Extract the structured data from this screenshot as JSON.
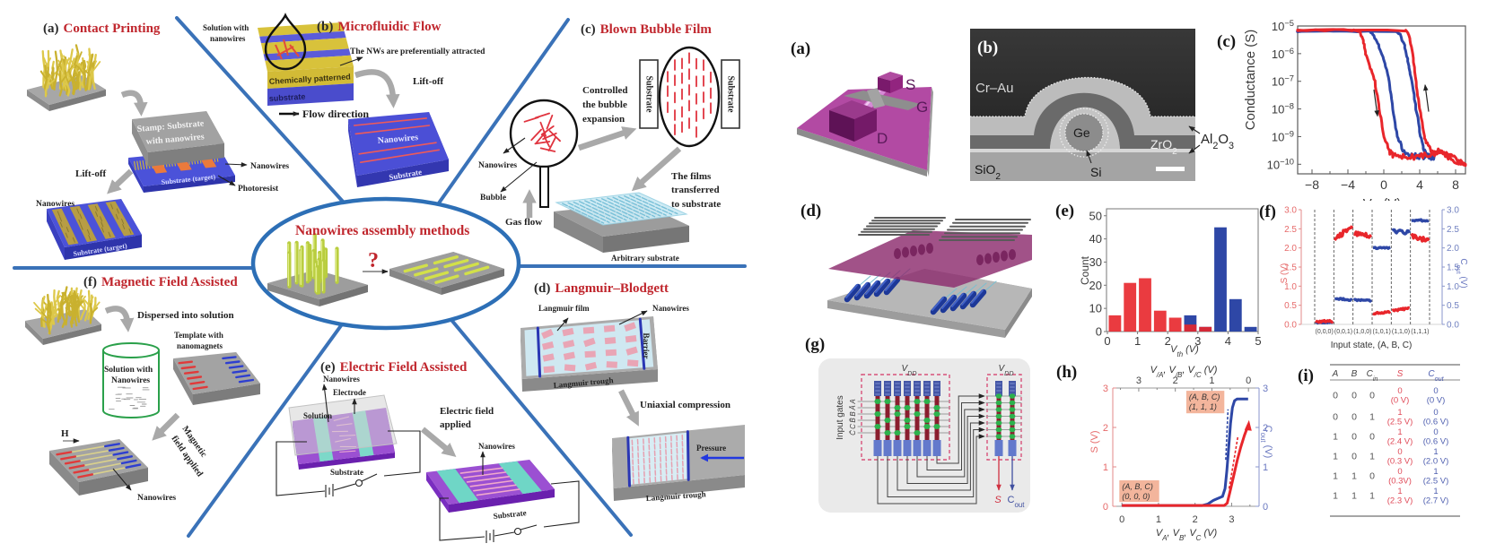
{
  "colors": {
    "title_red": "#c0262d",
    "divider_blue": "#3a72b8",
    "series_red": "#e8262b",
    "series_blue": "#2e47a6"
  },
  "left_figure": {
    "center": {
      "title": "Nanowires assembly methods",
      "question": "?"
    },
    "a": {
      "tag": "(a)",
      "title": "Contact Printing",
      "stamp_line1": "Stamp: Substrate",
      "stamp_line2": "with nanowires",
      "nanowires": "Nanowires",
      "photoresist": "Photoresist",
      "substrate_target": "Substrate (target)",
      "lift_off": "Lift-off",
      "result_nanowires": "Nanowires",
      "result_substrate": "Substrate (target)"
    },
    "b": {
      "tag": "(b)",
      "title": "Microfluidic Flow",
      "solution_line1": "Solution with",
      "solution_line2": "nanowires",
      "attracted": "The NWs are preferentially attracted",
      "patterned": "Chemically patterned",
      "substrate_layer": "substrate",
      "flow_direction": "Flow direction",
      "lift_off": "Lift-off",
      "nanowires": "Nanowires",
      "substrate": "Substrate"
    },
    "c": {
      "tag": "(c)",
      "title": "Blown Bubble Film",
      "controlled_lines": [
        "Controlled",
        "the bubble",
        "expansion"
      ],
      "substrate_left": "Substrate",
      "substrate_right": "Substrate",
      "nanowires": "Nanowires",
      "bubble": "Bubble",
      "gas_flow": "Gas flow",
      "transferred_lines": [
        "The films",
        "transferred",
        "to substrate"
      ],
      "arbitrary_substrate": "Arbitrary substrate"
    },
    "d": {
      "tag": "(d)",
      "title": "Langmuir–Blodgett",
      "langmuir_film": "Langmuir film",
      "nanowires": "Nanowires",
      "barrier": "Barrier",
      "trough_top": "Langmuir trough",
      "compression": "Uniaxial compression",
      "pressure": "Pressure",
      "trough_bottom": "Langmuir trough"
    },
    "e": {
      "tag": "(e)",
      "title": "Electric Field Assisted",
      "nanowires_left": "Nanowires",
      "electrode": "Electrode",
      "solution": "Solution",
      "substrate_left": "Substrate",
      "field_lines": [
        "Electric field",
        "applied"
      ],
      "nanowires_right": "Nanowires",
      "substrate_right": "Substrate"
    },
    "f": {
      "tag": "(f)",
      "title": "Magnetic Field Assisted",
      "dispersed": "Dispersed into solution",
      "template_lines": [
        "Template with",
        "nanomagnets"
      ],
      "solution_lines": [
        "Solution with",
        "Nanowires"
      ],
      "field_symbol": "H",
      "field_lines": [
        "Magnetic",
        "field applied"
      ],
      "nanowires": "Nanowires"
    }
  },
  "right_figure": {
    "a": {
      "tag": "(a)",
      "source": "S",
      "gate": "G",
      "drain": "D"
    },
    "b": {
      "tag": "(b)",
      "cr_au": "Cr–Au",
      "ge": "Ge",
      "zro2": "ZrO_{2}",
      "sio2": "SiO_{2}",
      "si": "Si",
      "al2o3": "Al_{2}O_{3}"
    },
    "c": {
      "tag": "(c)"
    },
    "d": {
      "tag": "(d)"
    },
    "e": {
      "tag": "(e)"
    },
    "f": {
      "tag": "(f)"
    },
    "g": {
      "tag": "(g)",
      "vdd_left": "V_{DD}",
      "vdd_right": "V_{DD}",
      "input_gates": "Input gates",
      "gate_labels": [
        "A",
        "Ā",
        "B",
        "B̄",
        "C",
        "C̄"
      ],
      "output_s": "S",
      "output_cout": "C_{out}"
    },
    "h": {
      "tag": "(h)"
    },
    "i": {
      "tag": "(i)"
    }
  },
  "chart_data": [
    {
      "panel": "c",
      "type": "line",
      "title": "",
      "xlabel": "V_{G} (V)",
      "ylabel": "Conductance (S)",
      "yscale": "log",
      "xlim": [
        -9.6,
        9.1
      ],
      "ylim": [
        4.5e-11,
        1e-05
      ],
      "xticks": [
        -8,
        -4,
        0,
        4,
        8
      ],
      "xtick_labels": [
        "−8",
        "−4",
        "0",
        "4",
        "8"
      ],
      "yticks": [
        1e-05,
        1e-06,
        1e-07,
        1e-08,
        1e-09,
        1e-10
      ],
      "ytick_labels": [
        "10^{−5}",
        "10^{−6}",
        "10^{−7}",
        "10^{−8}",
        "10^{−9}",
        "10^{−10}"
      ],
      "grid": false,
      "series": [
        {
          "name": "blue sweep 1",
          "color": "#2e47a6",
          "x": [
            -9.6,
            -1.6,
            -1.2,
            -0.6,
            0,
            0.6,
            1.0,
            1.5,
            2.0,
            2.8,
            3.5,
            4.2,
            5.0
          ],
          "y": [
            6.5e-06,
            6.5e-06,
            5e-06,
            2e-06,
            6e-07,
            1e-07,
            1e-08,
            1e-09,
            4e-10,
            2e-10,
            2e-10,
            1.9e-10,
            2e-10
          ]
        },
        {
          "name": "blue sweep 2",
          "color": "#2e47a6",
          "x": [
            -9.6,
            1.4,
            1.8,
            2.3,
            2.7,
            3.1,
            3.6,
            4.1,
            4.6,
            5.1,
            5.6
          ],
          "y": [
            6.5e-06,
            6.5e-06,
            5e-06,
            2e-06,
            5e-07,
            1e-07,
            1e-08,
            1e-09,
            3e-10,
            1.8e-10,
            1.8e-10
          ]
        },
        {
          "name": "red sweep 1 (down)",
          "color": "#e8262b",
          "x": [
            -9.6,
            -3.5,
            -2.7,
            -2.3,
            -2.0,
            -1.5,
            -1.0,
            -0.5,
            0.0,
            0.6,
            1.1,
            2,
            3,
            4,
            5,
            6,
            7,
            8,
            9.1
          ],
          "y": [
            7e-06,
            7e-06,
            6.5e-06,
            3e-06,
            1e-06,
            3e-07,
            1e-07,
            1e-08,
            1e-09,
            3e-10,
            2e-10,
            1.9e-10,
            1.8e-10,
            2e-10,
            2.2e-10,
            2.6e-10,
            2e-10,
            1.3e-10,
            1e-10
          ]
        },
        {
          "name": "red sweep 2 (up)",
          "color": "#e8262b",
          "x": [
            -9.6,
            2.4,
            2.8,
            3.2,
            3.6,
            4.0,
            4.5,
            5.0,
            5.5,
            6.2,
            7.0,
            8.0,
            9.1
          ],
          "y": [
            7e-06,
            7e-06,
            5e-06,
            1e-06,
            1e-07,
            1e-08,
            1e-09,
            4e-10,
            2.5e-10,
            3e-10,
            2.2e-10,
            1.5e-10,
            9e-11
          ]
        }
      ],
      "annotations": [
        {
          "type": "arrow",
          "direction": "down",
          "from": [
            -1.1,
            5e-08
          ],
          "to": [
            -0.7,
            5.5e-09
          ]
        },
        {
          "type": "arrow",
          "direction": "up",
          "from": [
            5.0,
            8e-09
          ],
          "to": [
            4.6,
            7.4e-08
          ]
        }
      ]
    },
    {
      "panel": "e",
      "type": "bar",
      "title": "",
      "xlabel": "V_{th} (V)",
      "ylabel": "Count",
      "xlim": [
        0,
        5
      ],
      "ylim": [
        0,
        53
      ],
      "xticks": [
        0,
        1,
        2,
        3,
        4,
        5
      ],
      "yticks": [
        0,
        10,
        20,
        30,
        40,
        50
      ],
      "bin_edges": [
        0,
        0.5,
        1,
        1.5,
        2,
        2.5,
        3,
        3.5,
        4,
        4.5,
        5
      ],
      "series": [
        {
          "name": "blue",
          "color": "#2e47a6",
          "values": [
            0,
            0,
            0,
            0,
            0,
            7,
            2,
            45,
            14,
            2
          ]
        },
        {
          "name": "red",
          "color": "#e8262b",
          "values": [
            7,
            21,
            23,
            9,
            6,
            3,
            2,
            0,
            0,
            0
          ]
        }
      ]
    },
    {
      "panel": "f",
      "type": "line",
      "title": "",
      "xlabel": "Input state, (A, B, C)",
      "ylabel_left": "S (V)",
      "ylabel_right": "C_{out} (V)",
      "ylim": [
        0,
        3
      ],
      "yticks": [
        0,
        0.5,
        1,
        1.5,
        2,
        2.5,
        3
      ],
      "ytick_labels": [
        "0.0",
        "0.5",
        "1.0",
        "1.5",
        "2.0",
        "2.5",
        "3.0"
      ],
      "categories": [
        "(0,0,0)",
        "(0,0,1)",
        "(1,0,0)",
        "(1,0,1)",
        "(1,1,0)",
        "(1,1,1)"
      ],
      "series": [
        {
          "name": "S",
          "axis": "left",
          "color": "#e8262b",
          "segments": [
            [
              0.08,
              0.08
            ],
            [
              2.2,
              2.6
            ],
            [
              2.4,
              2.3
            ],
            [
              0.28,
              0.32
            ],
            [
              0.36,
              0.42
            ],
            [
              2.3,
              2.2
            ]
          ]
        },
        {
          "name": "C_out",
          "axis": "right",
          "color": "#2e47a6",
          "segments": [
            [
              0.05,
              0.05
            ],
            [
              0.68,
              0.64
            ],
            [
              0.64,
              0.62
            ],
            [
              2.0,
              2.0
            ],
            [
              2.45,
              2.4
            ],
            [
              2.72,
              2.72
            ]
          ]
        }
      ]
    },
    {
      "panel": "h",
      "type": "line",
      "title": "",
      "xlabel": "V_{A}, V_{B}, V_{C} (V)",
      "x2label": "V_{/A}, V_{/B}, V_{/C} (V)",
      "ylabel_left": "S (V)",
      "ylabel_right": "C_{out} (V)",
      "xlim": [
        -0.25,
        3.75
      ],
      "ylim": [
        0,
        3
      ],
      "xticks": [
        0,
        1,
        2,
        3
      ],
      "x2ticks": [
        3,
        2,
        1,
        0
      ],
      "x2_offset": 3.46,
      "yticks": [
        0,
        1,
        2,
        3
      ],
      "series": [
        {
          "name": "C_out",
          "axis": "right",
          "color": "#2e47a6",
          "style": "solid",
          "x": [
            0,
            2.2,
            2.35,
            2.5,
            2.62,
            2.75,
            2.82,
            2.87,
            2.92,
            2.97,
            3.02,
            3.08,
            3.15,
            3.45
          ],
          "y": [
            0.02,
            0.02,
            0.06,
            0.15,
            0.2,
            0.25,
            0.45,
            0.9,
            1.5,
            2.1,
            2.5,
            2.68,
            2.72,
            2.72
          ]
        },
        {
          "name": "C_out (reverse)",
          "axis": "right",
          "color": "#2e47a6",
          "style": "dashed",
          "x": [
            2.84,
            2.87,
            2.9
          ],
          "y": [
            1.18,
            1.8,
            2.46
          ]
        },
        {
          "name": "S",
          "axis": "left",
          "color": "#e8262b",
          "style": "solid",
          "x": [
            0,
            2.8,
            2.88,
            2.95,
            3.05,
            3.15,
            3.25,
            3.35,
            3.45
          ],
          "y": [
            0.02,
            0.02,
            0.08,
            0.35,
            0.75,
            1.15,
            1.5,
            1.8,
            2.05
          ]
        },
        {
          "name": "S (reverse)",
          "axis": "left",
          "color": "#e8262b",
          "style": "dashed",
          "x": [
            2.93,
            3.05,
            3.17
          ],
          "y": [
            0.45,
            1.1,
            1.77
          ]
        }
      ],
      "annotations": [
        {
          "lines": [
            "(A, B, C)",
            "(1, 1, 1)"
          ],
          "x": [
            1.76,
            2.8
          ],
          "y": [
            2.36,
            2.93
          ]
        },
        {
          "lines": [
            "(A, B, C)",
            "(0, 0, 0)"
          ],
          "x": [
            -0.07,
            1.02
          ],
          "y": [
            0.11,
            0.66
          ]
        }
      ]
    },
    {
      "panel": "i",
      "type": "table",
      "columns": [
        "A",
        "B",
        "C_{in}",
        "S",
        "C_{out}"
      ],
      "rows": [
        {
          "A": "0",
          "B": "0",
          "C_in": "0",
          "S": "0",
          "S_voltage": "(0 V)",
          "C_out": "0",
          "C_out_voltage": "(0 V)"
        },
        {
          "A": "0",
          "B": "0",
          "C_in": "1",
          "S": "1",
          "S_voltage": "(2.5 V)",
          "C_out": "0",
          "C_out_voltage": "(0.6 V)"
        },
        {
          "A": "1",
          "B": "0",
          "C_in": "0",
          "S": "1",
          "S_voltage": "(2.4 V)",
          "C_out": "0",
          "C_out_voltage": "(0.6 V)"
        },
        {
          "A": "1",
          "B": "0",
          "C_in": "1",
          "S": "0",
          "S_voltage": "(0.3 V)",
          "C_out": "1",
          "C_out_voltage": "(2.0 V)"
        },
        {
          "A": "1",
          "B": "1",
          "C_in": "0",
          "S": "0",
          "S_voltage": "(0.3V)",
          "C_out": "1",
          "C_out_voltage": "(2.5 V)"
        },
        {
          "A": "1",
          "B": "1",
          "C_in": "1",
          "S": "1",
          "S_voltage": "(2.3 V)",
          "C_out": "1",
          "C_out_voltage": "(2.7 V)"
        }
      ]
    }
  ]
}
